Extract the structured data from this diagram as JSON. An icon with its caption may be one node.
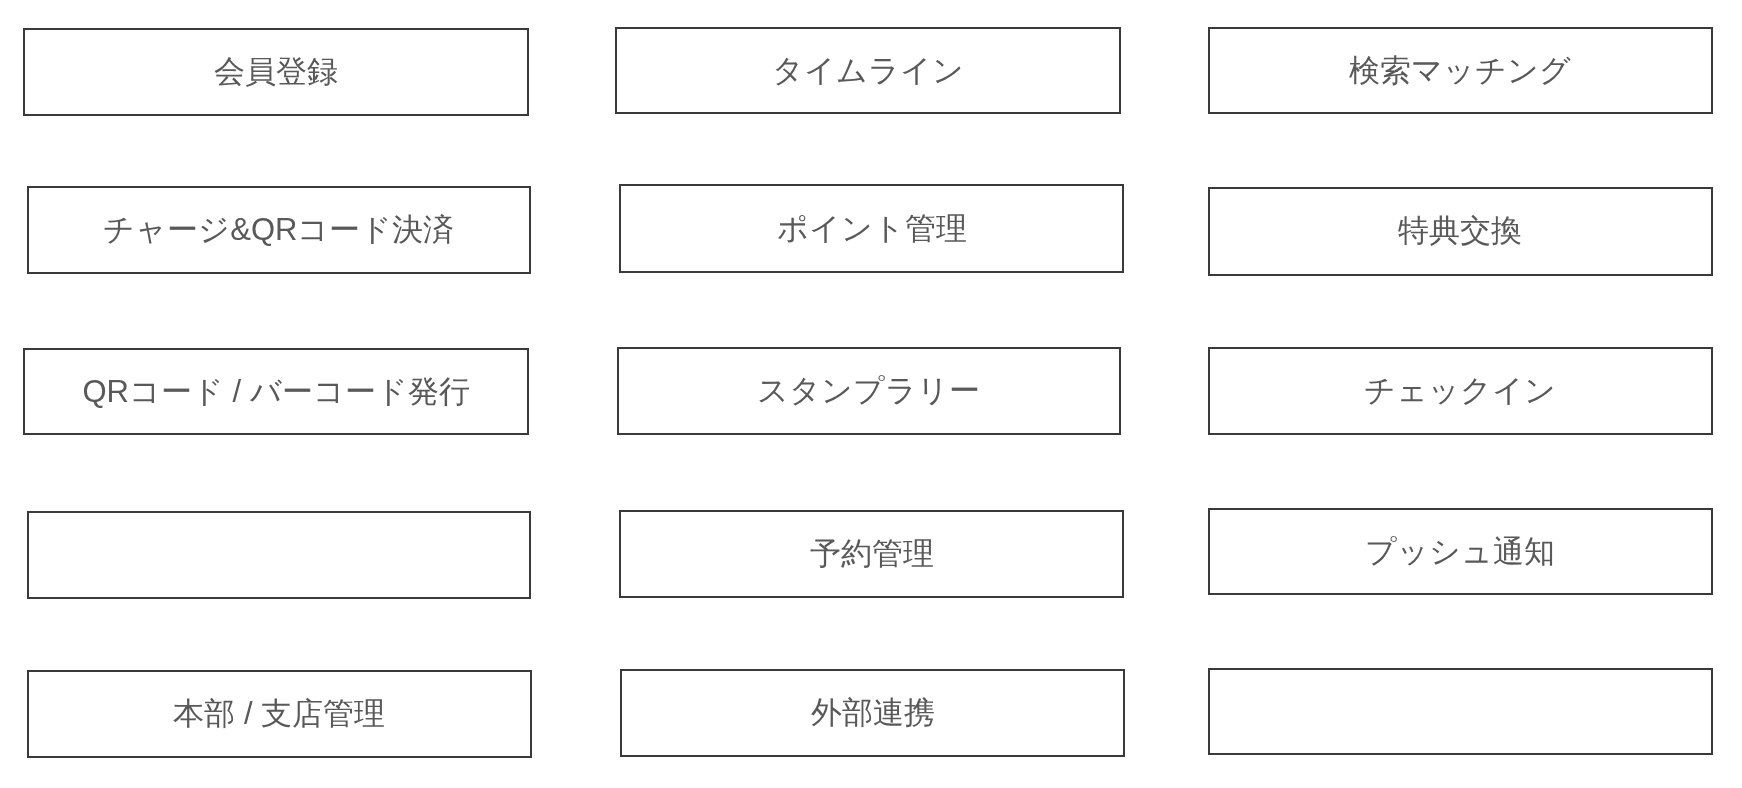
{
  "diagram": {
    "nodes": [
      {
        "text": [
          "会員登録"
        ]
      },
      {
        "text": [
          "タイムライン"
        ]
      },
      {
        "text": [
          "検索マッチング"
        ]
      },
      {
        "text": [
          "チャージ&QRコード決済"
        ]
      },
      {
        "text": [
          "ポイント管理"
        ]
      },
      {
        "text": [
          "特典交換"
        ]
      },
      {
        "text": [
          "QRコード / バーコード発行"
        ]
      },
      {
        "text": [
          "スタンプラリー"
        ]
      },
      {
        "text": [
          "チェックイン"
        ]
      },
      {
        "text": [],
        "shape": "box"
      },
      {
        "text": [
          "予約管理"
        ]
      },
      {
        "text": [
          "プッシュ通知"
        ]
      },
      {
        "text": [
          "本部 / 支店管理"
        ]
      },
      {
        "text": [
          "外部連携"
        ]
      },
      {
        "text": [],
        "shape": "box"
      }
    ]
  }
}
